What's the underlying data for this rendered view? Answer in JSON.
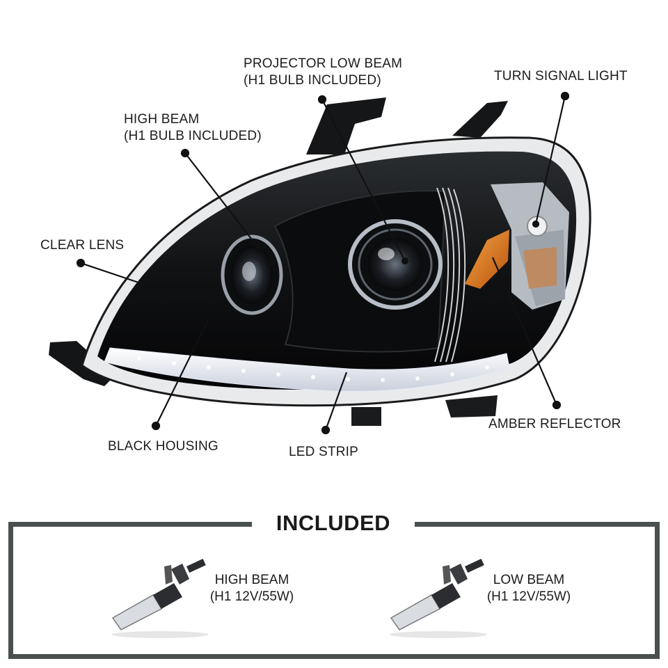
{
  "callouts": {
    "projector_low_beam": "PROJECTOR LOW BEAM\n(H1 BULB INCLUDED)",
    "turn_signal": "TURN SIGNAL LIGHT",
    "high_beam": "HIGH BEAM\n(H1 BULB INCLUDED)",
    "clear_lens": "CLEAR LENS",
    "black_housing": "BLACK HOUSING",
    "led_strip": "LED STRIP",
    "amber_reflector": "AMBER REFLECTOR"
  },
  "included": {
    "title": "INCLUDED",
    "high_beam_bulb": "HIGH BEAM\n(H1 12V/55W)",
    "low_beam_bulb": "LOW BEAM\n(H1 12V/55W)"
  },
  "colors": {
    "housing": "#121314",
    "chrome": "#cfd3d6",
    "amber": "#e07a1c",
    "led": "#f4f6ff",
    "frame": "#4a5050"
  }
}
